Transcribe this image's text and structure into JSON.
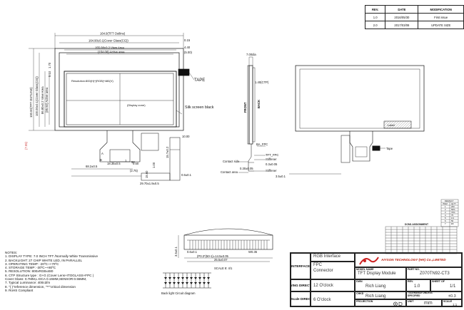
{
  "revision_table": {
    "headers": [
      "REV.",
      "DATE",
      "MODIFICATION"
    ],
    "rows": [
      [
        "1.0",
        "2016/05/30",
        "First issue"
      ],
      [
        "2.0",
        "2017/03/08",
        "UPDATE SIZE"
      ]
    ]
  },
  "dimensions": {
    "outline": "164.9(TFT Outline)",
    "cover_glass": "164.90±0.1(Cover Glass(CG))",
    "view_area": "155.08±0.2 View Area",
    "active_area": "(154.08) Active area",
    "d_015": "0.15",
    "d_440": "4.40",
    "d_500": "(5.00)",
    "left_outline": "100.00(TFT OUTLINE)",
    "left_cover": "100.00±0.1(Cover Glass(CG))",
    "left_view": "86.80±0.2 View Area",
    "left_active": "(85.92) Active area",
    "left_top": "1.70",
    "left_mid": "5.10",
    "left_bottom": "(7.05)",
    "thickness": "7.00dia",
    "ctp": "1.40(CTP)",
    "fpc_w": "68.2±0.5",
    "fpc_lead": "18.35±0.5",
    "tail_len": "29.70±1.9±0.5",
    "fpc_bend": "(2.75)",
    "d_050": "0.50",
    "d_100": "1.00",
    "d_1560": "15.60",
    "tab_35": "3.5±0.1",
    "tab_w": "10.00",
    "tab_len": "15.7±0.2",
    "conn_06": "0.6±0.1",
    "conn_pitch": "(P0.3*(50-1)=14.5±0.05",
    "conn_w": "25.5±0.07",
    "conn_tip": "W0.35",
    "conn_h": "3.5±0.1",
    "resolution": "Resolution:800(H)*(RGB)*480(V)",
    "display_zone": "(Display zone)",
    "contact_side": "Contact side",
    "contact_area": "Contact area",
    "stiffener": "Stiffener",
    "stiffener2": "Stiffener",
    "tft_fpc": "TFT_FPC",
    "dim_030_a": "0.30±0.05",
    "dim_030_b": "0.3±0.05",
    "ba_fpc": "BA_FPC",
    "view_a": "A",
    "view_b": "B",
    "mark_1": "1",
    "mark_50": "50",
    "tape": "TAPE",
    "silk": "Silk screen black",
    "tape2": "Tape",
    "label": "Label",
    "front": "FRONT",
    "back": "BACK",
    "scale": "SCALE 8: 4/1",
    "backlight": "Back light Circuit diagram"
  },
  "pin_table": {
    "title": "DCM1 ASSIGNMENT",
    "rows": 8,
    "cols": 12
  },
  "legend_table": {
    "title": "DEFAULT",
    "rows": [
      [
        "ITEM",
        "QLTY"
      ],
      [
        "1",
        "200"
      ],
      [
        "2",
        "50%"
      ],
      [
        "3",
        "70%"
      ],
      [
        "4",
        "75"
      ],
      [
        "5",
        "0.3"
      ],
      [
        "6",
        "50"
      ],
      [
        "7",
        "E6"
      ]
    ]
  },
  "notes": {
    "title": "NOTES:",
    "items": [
      "1. DISPLAY TYPE: 7.0 INCH TFT /Normally White Transmissive",
      "2. BACKLIGHT: 27 CHIP WHITE LED, IN PARALLEL",
      "3. OPERATING TEMP: -20ºC~+70ºC",
      "4. STORAGE TEMP: -30ºC~+80ºC",
      "5. RESOLUTION: 800xRGBx480",
      "6. CTP Structure type : G+G (Cover Lens+ITOGLASS+FPC )",
      "   Cover Glass: 0.7MM,L-DCA 0.15MM,SENSOR:0.55MM,",
      "7. Typical Luminance: 400cd/m",
      "8. \"( )\"reference dimension, \"**\"critical dimension",
      "9. RoHS Compliant"
    ]
  },
  "title_block": {
    "interface_label": "INTERFACE",
    "interface_value": "RGB Interface",
    "fpc_line1": "FPC",
    "fpc_line2": "Connector",
    "company": "AIYSON TECHNOLOGY (HK) Co.,LIMITED",
    "model_label": "MODEL NAME",
    "model_value": "TFT Display Module",
    "part_label": "PART NO.",
    "part_value": "Z070TN92-CT3",
    "viewing_label": "VIEWING DIRECTION",
    "viewing_value": "12 O'clock",
    "dwn_label": "DWN",
    "dwn_value": "Rich Liang",
    "rev_label": "REV.",
    "rev_value": "1.0",
    "sheet_label": "SHEET OF",
    "sheet_value": "1/1",
    "chkd_label": "CHKD",
    "chkd_value": "Rich Liang",
    "tol_label": "TOLERANCE UNLESS SPECIFIED",
    "tol_value": "±0.3",
    "gray_label": "Gray Scale DIRECTION",
    "gray_value": "6 O'clock",
    "projection_label": "PROJECTION",
    "unit_label": "UNIT",
    "unit_value": "mm",
    "scale_label": "SCALE",
    "scale_value": "1:1"
  }
}
